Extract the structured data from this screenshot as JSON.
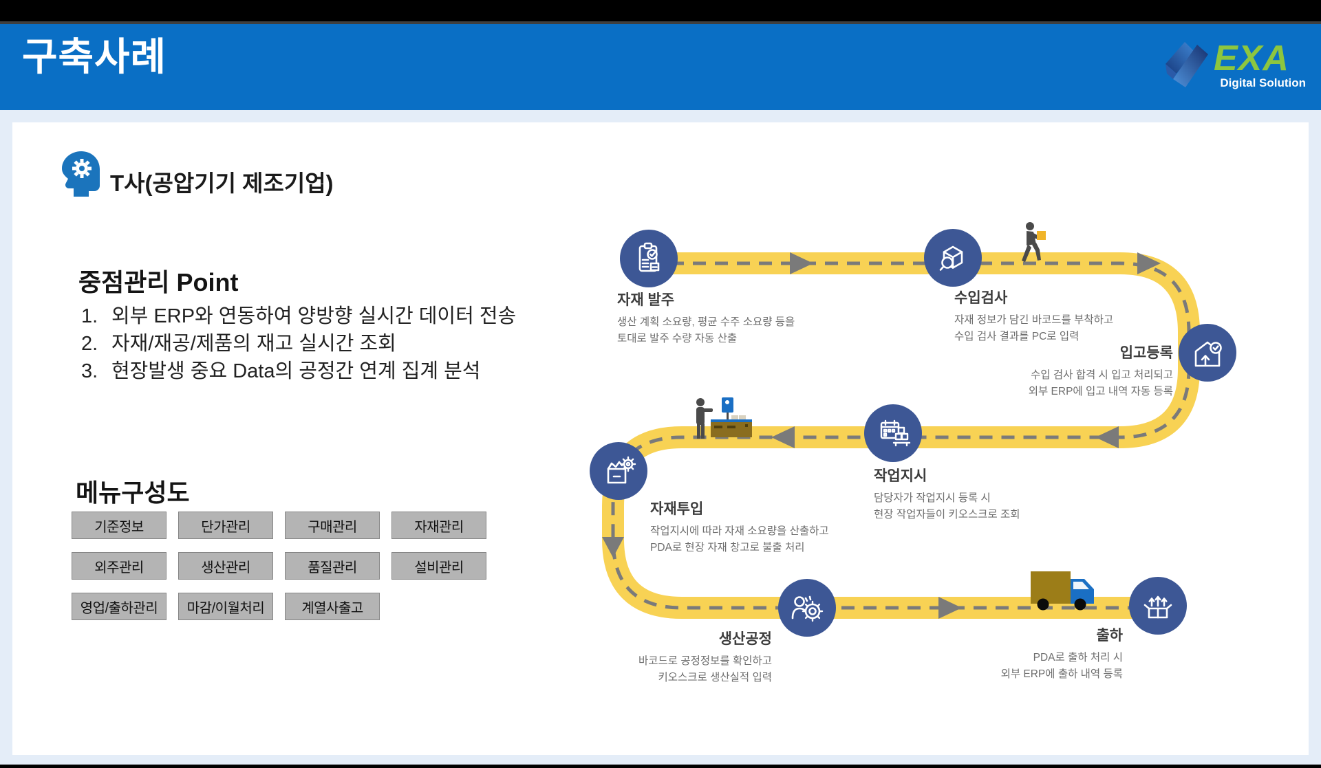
{
  "header": {
    "title": "구축사례",
    "logo": {
      "text": "EXA",
      "subtext": "Digital Solution"
    }
  },
  "client": {
    "title": "T사(공압기기 제조기업)"
  },
  "key_points": {
    "heading": "중점관리 Point",
    "items": [
      {
        "no": "1.",
        "text": "외부 ERP와 연동하여 양방향 실시간 데이터 전송"
      },
      {
        "no": "2.",
        "text": "자재/재공/제품의 재고 실시간 조회"
      },
      {
        "no": "3.",
        "text": "현장발생 중요 Data의 공정간 연계 집계 분석"
      }
    ]
  },
  "menu": {
    "heading": "메뉴구성도",
    "buttons": [
      "기준정보",
      "단가관리",
      "구매관리",
      "자재관리",
      "외주관리",
      "생산관리",
      "품질관리",
      "설비관리",
      "영업/출하관리",
      "마감/이월처리",
      "계열사출고"
    ]
  },
  "process": {
    "steps": [
      {
        "name": "자재 발주",
        "desc": "생산 계획 소요량, 평균 수주 소요량 등을\n토대로 발주 수량 자동 산출",
        "icon": "clipboard-check-icon"
      },
      {
        "name": "수입검사",
        "desc": "자재 정보가 담긴 바코드를 부착하고\n수입 검사 결과를 PC로 입력",
        "icon": "box-search-icon"
      },
      {
        "name": "입고등록",
        "desc": "수입 검사 합격 시 입고 처리되고\n외부 ERP에 입고 내역 자동 등록",
        "icon": "warehouse-check-icon"
      },
      {
        "name": "작업지시",
        "desc": "담당자가 작업지시 등록 시\n현장 작업자들이 키오스크로 조회",
        "icon": "calendar-pallet-icon"
      },
      {
        "name": "자재투입",
        "desc": "작업지시에 따라 자재 소요량을 산출하고\nPDA로 현장 자재 창고로 불출 처리",
        "icon": "box-gear-icon"
      },
      {
        "name": "생산공정",
        "desc": "바코드로 공정정보를 확인하고\n키오스크로 생산실적 입력",
        "icon": "person-gear-icon"
      },
      {
        "name": "출하",
        "desc": "PDA로 출하 처리 시\n외부 ERP에 출하 내역 등록",
        "icon": "box-arrows-up-icon"
      }
    ]
  },
  "colors": {
    "header_blue": "#0a6fc5",
    "logo_green": "#8dc63f",
    "page_bg": "#e4edf8",
    "road_yellow": "#f8d254",
    "road_dash_gray": "#7a7a7a",
    "node_navy": "#3d5795",
    "menu_gray": "#b4b4b4",
    "brain_blue": "#1b74bc"
  }
}
